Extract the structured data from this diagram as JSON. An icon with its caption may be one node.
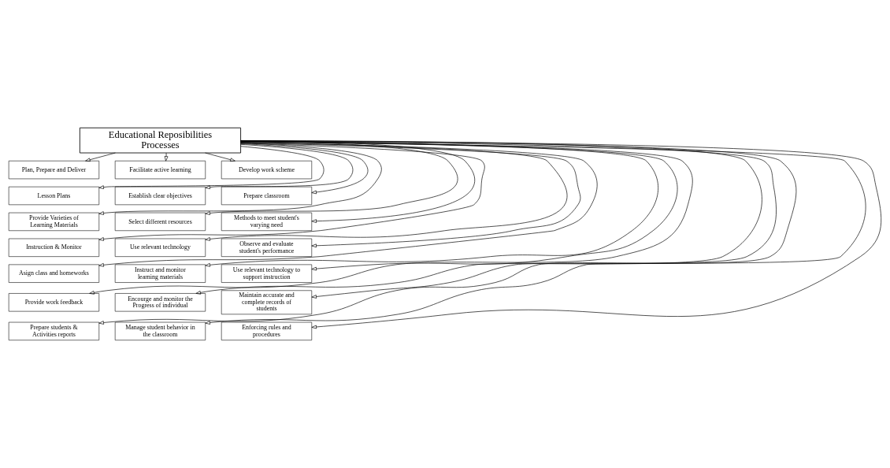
{
  "diagram": {
    "nodes": [
      {
        "text": [
          "Educational Reposibilities Processes"
        ]
      },
      {
        "text": [
          "Plan, Prepare and Deliver"
        ]
      },
      {
        "text": [
          "Facilitate active learning"
        ]
      },
      {
        "text": [
          "Develop work scheme"
        ]
      },
      {
        "text": [
          "Lesson Plans"
        ]
      },
      {
        "text": [
          "Establish clear objectives"
        ]
      },
      {
        "text": [
          "Prepare classroom"
        ]
      },
      {
        "text": [
          "Provide Varieties of Learning Materials"
        ]
      },
      {
        "text": [
          "Select different resources"
        ]
      },
      {
        "text": [
          "Methods to meet student's varying need"
        ]
      },
      {
        "text": [
          "Instruction & Monitor"
        ]
      },
      {
        "text": [
          "Use relevant technology"
        ]
      },
      {
        "text": [
          "Observe and evaluate student's performance"
        ]
      },
      {
        "text": [
          "Asign class and homeworks"
        ]
      },
      {
        "text": [
          "Instruct and monitor learning materials"
        ]
      },
      {
        "text": [
          "Use relevant technology to support instruction"
        ]
      },
      {
        "text": [
          "Provide work feedback"
        ]
      },
      {
        "text": [
          "Encourge and monitor the Progress of individual"
        ]
      },
      {
        "text": [
          "Maintain accurate and complete records of students"
        ]
      },
      {
        "text": [
          "Prepare students & Activities reports"
        ]
      },
      {
        "text": [
          "Manage student behavior in the classroom"
        ]
      },
      {
        "text": [
          "Enforcing rules and procedures"
        ]
      }
    ],
    "edges": [
      {
        "from": 0,
        "to": 1,
        "arrow": "to"
      },
      {
        "from": 0,
        "to": 2,
        "arrow": "to"
      },
      {
        "from": 0,
        "to": 3,
        "arrow": "to"
      },
      {
        "from": 0,
        "to": 4,
        "arrow": "to"
      },
      {
        "from": 0,
        "to": 5,
        "arrow": "to"
      },
      {
        "from": 0,
        "to": 6,
        "arrow": "to"
      },
      {
        "from": 0,
        "to": 7,
        "arrow": "to"
      },
      {
        "from": 0,
        "to": 8,
        "arrow": "to"
      },
      {
        "from": 0,
        "to": 9,
        "arrow": "to"
      },
      {
        "from": 0,
        "to": 10,
        "arrow": "to"
      },
      {
        "from": 0,
        "to": 11,
        "arrow": "to"
      },
      {
        "from": 0,
        "to": 12,
        "arrow": "to"
      },
      {
        "from": 0,
        "to": 13,
        "arrow": "to"
      },
      {
        "from": 0,
        "to": 14,
        "arrow": "to"
      },
      {
        "from": 0,
        "to": 15,
        "arrow": "to"
      },
      {
        "from": 0,
        "to": 16,
        "arrow": "to"
      },
      {
        "from": 0,
        "to": 17,
        "arrow": "to"
      },
      {
        "from": 0,
        "to": 18,
        "arrow": "to"
      },
      {
        "from": 0,
        "to": 19,
        "arrow": "to"
      },
      {
        "from": 0,
        "to": 20,
        "arrow": "to"
      },
      {
        "from": 0,
        "to": 21,
        "arrow": "to"
      }
    ]
  }
}
